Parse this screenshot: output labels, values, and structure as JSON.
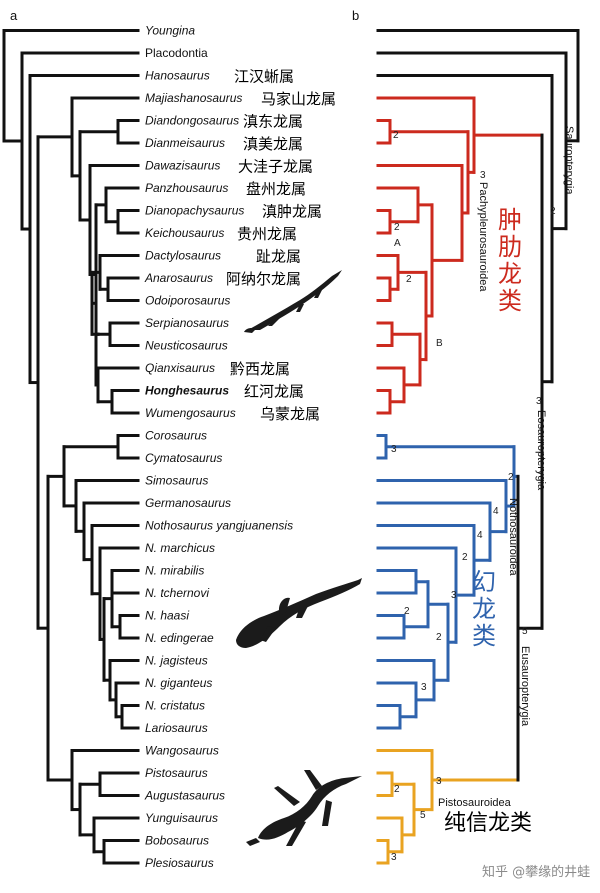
{
  "panels": {
    "a": "a",
    "b": "b"
  },
  "taxa": [
    {
      "name": "Youngina",
      "style": "italic",
      "cn": ""
    },
    {
      "name": "Placodontia",
      "style": "normal",
      "cn": ""
    },
    {
      "name": "Hanosaurus",
      "style": "italic",
      "cn": "江汉蜥属"
    },
    {
      "name": "Majiashanosaurus",
      "style": "italic",
      "cn": "马家山龙属"
    },
    {
      "name": "Diandongosaurus",
      "style": "italic",
      "cn": "滇东龙属"
    },
    {
      "name": "Dianmeisaurus",
      "style": "italic",
      "cn": "滇美龙属"
    },
    {
      "name": "Dawazisaurus",
      "style": "italic",
      "cn": "大洼子龙属"
    },
    {
      "name": "Panzhousaurus",
      "style": "italic",
      "cn": "盘州龙属"
    },
    {
      "name": "Dianopachysaurus",
      "style": "italic",
      "cn": "滇肿龙属"
    },
    {
      "name": "Keichousaurus",
      "style": "italic",
      "cn": "贵州龙属"
    },
    {
      "name": "Dactylosaurus",
      "style": "italic",
      "cn": "趾龙属"
    },
    {
      "name": "Anarosaurus",
      "style": "italic",
      "cn": "阿纳尔龙属"
    },
    {
      "name": "Odoiporosaurus",
      "style": "italic",
      "cn": ""
    },
    {
      "name": "Serpianosaurus",
      "style": "italic",
      "cn": ""
    },
    {
      "name": "Neusticosaurus",
      "style": "italic",
      "cn": ""
    },
    {
      "name": "Qianxisaurus",
      "style": "italic",
      "cn": "黔西龙属"
    },
    {
      "name": "Honghesaurus",
      "style": "bold-italic",
      "cn": "红河龙属"
    },
    {
      "name": "Wumengosaurus",
      "style": "italic",
      "cn": "乌蒙龙属"
    },
    {
      "name": "Corosaurus",
      "style": "italic",
      "cn": ""
    },
    {
      "name": "Cymatosaurus",
      "style": "italic",
      "cn": ""
    },
    {
      "name": "Simosaurus",
      "style": "italic",
      "cn": ""
    },
    {
      "name": "Germanosaurus",
      "style": "italic",
      "cn": ""
    },
    {
      "name": "Nothosaurus yangjuanensis",
      "style": "italic",
      "cn": ""
    },
    {
      "name": "N. marchicus",
      "style": "italic",
      "cn": ""
    },
    {
      "name": "N. mirabilis",
      "style": "italic",
      "cn": ""
    },
    {
      "name": "N. tchernovi",
      "style": "italic",
      "cn": ""
    },
    {
      "name": "N. haasi",
      "style": "italic",
      "cn": ""
    },
    {
      "name": "N. edingerae",
      "style": "italic",
      "cn": ""
    },
    {
      "name": "N. jagisteus",
      "style": "italic",
      "cn": ""
    },
    {
      "name": "N. giganteus",
      "style": "italic",
      "cn": ""
    },
    {
      "name": "N. cristatus",
      "style": "italic",
      "cn": ""
    },
    {
      "name": "Lariosaurus",
      "style": "italic",
      "cn": ""
    },
    {
      "name": "Wangosaurus",
      "style": "italic",
      "cn": ""
    },
    {
      "name": "Pistosaurus",
      "style": "italic",
      "cn": ""
    },
    {
      "name": "Augustasaurus",
      "style": "italic",
      "cn": ""
    },
    {
      "name": "Yunguisaurus",
      "style": "italic",
      "cn": ""
    },
    {
      "name": "Bobosaurus",
      "style": "italic",
      "cn": ""
    },
    {
      "name": "Plesiosaurus",
      "style": "italic",
      "cn": ""
    }
  ],
  "clades": {
    "sauropterygia": "Sauropterygia",
    "pachypleurosauroidea": "Pachypleurosauroidea",
    "eosauropterygia": "Eosauropterygia",
    "nothosauroidea": "Nothosauroidea",
    "eusauropterygia": "Eusauropterygia",
    "pistosauroidea": "Pistosauroidea"
  },
  "group_labels": {
    "pachy_cn": "肿肋龙类",
    "notho_cn": "幻龙类",
    "pisto_cn": "纯信龙类"
  },
  "node_labels": {
    "n2_dian": "2",
    "n3_pachy": "3",
    "n2_saur": "2",
    "n2_kei": "2",
    "a_kei": "A",
    "n2_dac": "2",
    "b_pachy": "B",
    "n3_eos": "3",
    "n3_cor": "3",
    "n2_notho": "2",
    "n4_sim": "4",
    "n4_germ": "4",
    "n2_yang": "2",
    "n3_marc": "3",
    "n2_mir": "2",
    "n2_ede": "2",
    "n3_jag": "3",
    "n5_eus": "5",
    "n3_pisto": "3",
    "n2_pis": "2",
    "n5_aug": "5",
    "n3_bob": "3"
  },
  "colors": {
    "black": "#111111",
    "pachypleurosauroidea": "#cc2a1e",
    "nothosauroidea": "#2f63ad",
    "pistosauroidea": "#e9a321",
    "gold_text": "#d4a017"
  },
  "watermark": "知乎 @攀缘的井蛙"
}
